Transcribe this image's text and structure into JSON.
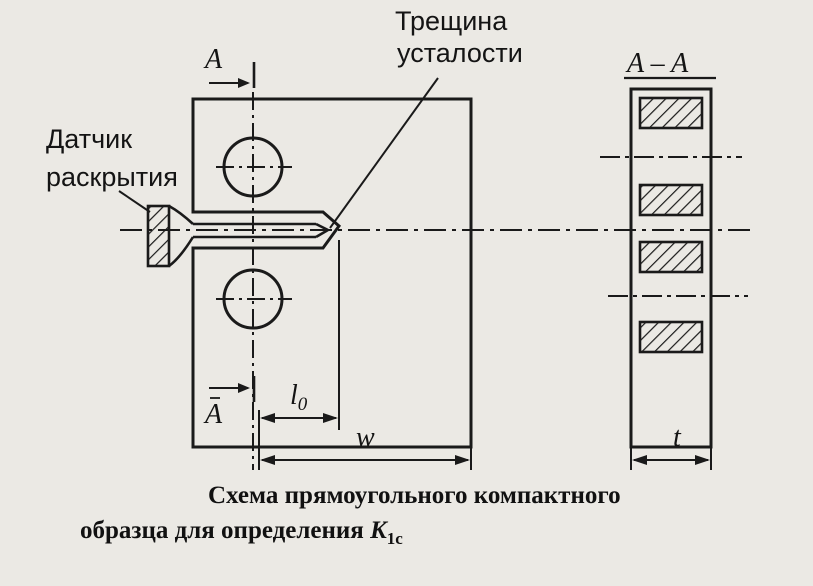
{
  "labels": {
    "crack_line1": "Трещина",
    "crack_line2": "усталости",
    "sensor_line1": "Датчик",
    "sensor_line2": "раскрытия",
    "section_top": "A",
    "section_bottom": "A",
    "section_view": "A – A"
  },
  "dimensions": {
    "l0_base": "l",
    "l0_sub": "0",
    "w": "w",
    "t": "t"
  },
  "caption": {
    "line1": "Схема прямоугольного компактного",
    "line2_text": "образца для определения ",
    "line2_symbol": "K",
    "line2_sub": "1c"
  },
  "colors": {
    "ink": "#1a1a1a",
    "paper": "#ebe9e4"
  }
}
